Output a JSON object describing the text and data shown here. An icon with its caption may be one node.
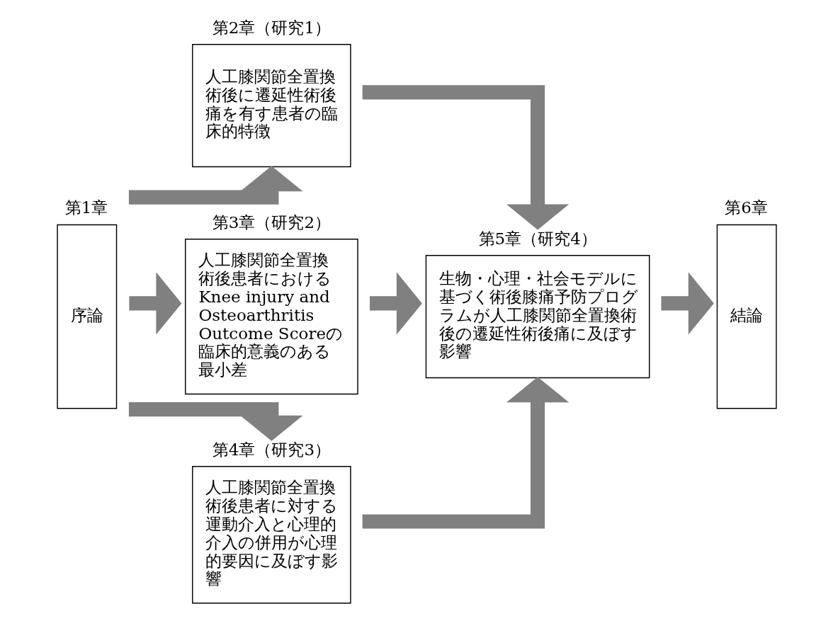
{
  "diagram": {
    "nodes": [
      {
        "text": [
          "第1章",
          "序論"
        ]
      },
      {
        "text": [
          "第2章（研究1）",
          "人工膝関節全置換術後に遷延性術後痛を有す患者の臨床的特徴"
        ]
      },
      {
        "text": [
          "第3章（研究2）",
          "人工膝関節全置換術後患者におけるKnee injury and Osteoarthritis Outcome Scoreの臨床的意義のある最小差"
        ]
      },
      {
        "text": [
          "第4章（研究3）",
          "人工膝関節全置換術後患者に対する運動介入と心理的介入の併用が心理的要因に及ぼす影響"
        ]
      },
      {
        "text": [
          "第5章（研究4）",
          "生物・心理・社会モデルに基づく術後膝痛予防プログラムが人工膝関節全置換術後の遷延性術後痛に及ぼす影響"
        ]
      },
      {
        "text": [
          "第6章",
          "結論"
        ]
      }
    ],
    "edges": [
      {
        "from": 0,
        "to": 1,
        "arrow": "to"
      },
      {
        "from": 0,
        "to": 2,
        "arrow": "to"
      },
      {
        "from": 0,
        "to": 3,
        "arrow": "to"
      },
      {
        "from": 1,
        "to": 4,
        "arrow": "to"
      },
      {
        "from": 2,
        "to": 4,
        "arrow": "to"
      },
      {
        "from": 3,
        "to": 4,
        "arrow": "to"
      },
      {
        "from": 4,
        "to": 5,
        "arrow": "to"
      }
    ]
  }
}
